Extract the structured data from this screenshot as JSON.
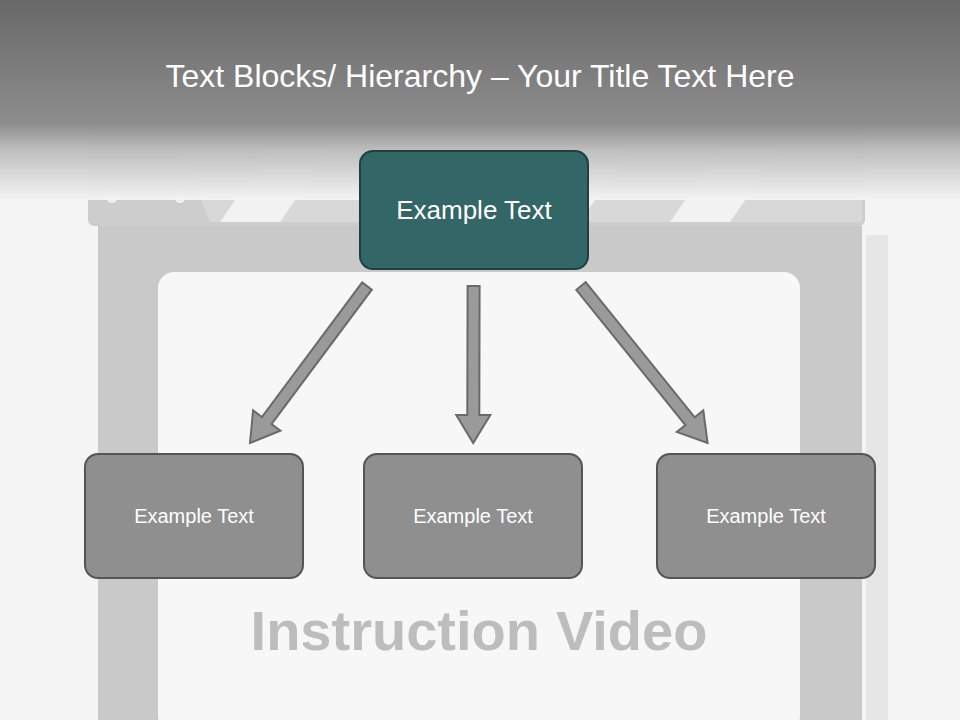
{
  "diagram": {
    "title": "Text Blocks/ Hierarchy – Your Title Text Here",
    "nodes": [
      {
        "text": [
          "Example Text"
        ]
      },
      {
        "text": [
          "Example Text"
        ]
      },
      {
        "text": [
          "Example Text"
        ]
      },
      {
        "text": [
          "Example Text"
        ]
      }
    ],
    "edges": [
      {
        "from": 0,
        "to": 1,
        "arrow": "to"
      },
      {
        "from": 0,
        "to": 2,
        "arrow": "to"
      },
      {
        "from": 0,
        "to": 3,
        "arrow": "to"
      }
    ],
    "labels": [
      "Instruction",
      "Video"
    ]
  }
}
